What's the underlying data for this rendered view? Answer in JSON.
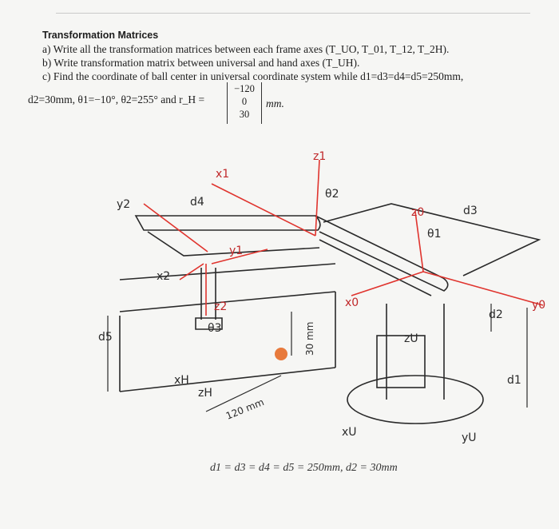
{
  "header": {
    "title": "Transformation Matrices",
    "line_a": "a) Write all the transformation matrices between each frame axes (T_UO, T_01, T_12, T_2H).",
    "line_b": "b) Write transformation matrix between universal and hand axes (T_UH).",
    "line_c": "c) Find the coordinate of ball center in universal coordinate system while d1=d3=d4=d5=250mm,",
    "line_d": "d2=30mm, θ1=−10°, θ2=255° and r_H =",
    "matrix": [
      "−120",
      "0",
      "30"
    ],
    "matrix_unit": "mm."
  },
  "diagram": {
    "labels": {
      "x1": "x1",
      "z1": "z1",
      "theta2": "θ2",
      "y2": "y2",
      "d4": "d4",
      "z0": "z0",
      "d3": "d3",
      "theta1": "θ1",
      "y1": "y1",
      "x2": "x2",
      "z2": "z2",
      "x0": "x0",
      "y0": "y0",
      "d2": "d2",
      "theta3": "θ3",
      "d5": "d5",
      "zu": "zU",
      "d1": "d1",
      "xh": "xH",
      "zh": "zH",
      "xu": "xU",
      "yu": "yU"
    },
    "dim_30": "30 mm",
    "dim_120": "120 mm",
    "colors": {
      "frame": "#e0342e",
      "ball": "#e87a3c",
      "ink": "#2a2a2a"
    }
  },
  "footer": {
    "equation": "d1 = d3 = d4 = d5 = 250mm, d2 = 30mm"
  }
}
